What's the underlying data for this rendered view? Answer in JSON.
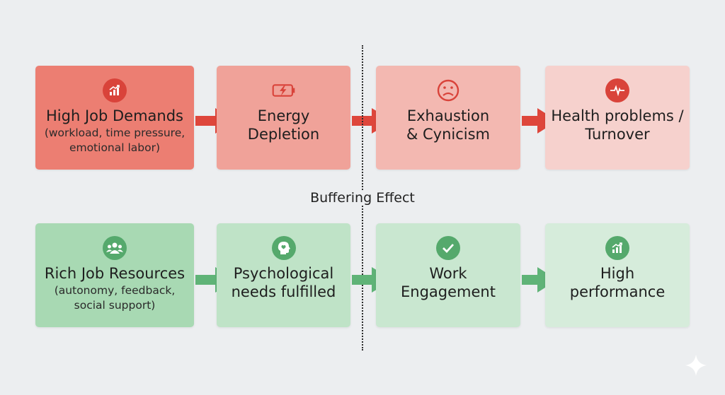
{
  "center_label": "Buffering Effect",
  "colors": {
    "background": "#eceef0",
    "red_1": "#ec7e72",
    "red_2": "#f0a299",
    "red_3": "#f3b8b1",
    "red_4": "#f6d1cd",
    "red_accent": "#d9433a",
    "red_arrow": "#de463b",
    "green_1": "#a8d9b3",
    "green_2": "#bfe3c7",
    "green_3": "#c9e7d0",
    "green_4": "#d6ecdb",
    "green_accent": "#55a96c",
    "green_arrow": "#5fb377"
  },
  "top_row": [
    {
      "title": "High Job Demands",
      "subtitle": "(workload, time pressure,\nemotional labor)",
      "icon": "chart-up-icon"
    },
    {
      "title": "Energy\nDepletion",
      "subtitle": "",
      "icon": "battery-lightning-icon"
    },
    {
      "title": "Exhaustion\n& Cynicism",
      "subtitle": "",
      "icon": "sad-face-icon"
    },
    {
      "title": "Health problems /\nTurnover",
      "subtitle": "",
      "icon": "heartbeat-icon"
    }
  ],
  "bottom_row": [
    {
      "title": "Rich Job Resources",
      "subtitle": "(autonomy, feedback,\nsocial support)",
      "icon": "group-icon"
    },
    {
      "title": "Psychological\nneeds fulfilled",
      "subtitle": "",
      "icon": "head-heart-icon"
    },
    {
      "title": "Work\nEngagement",
      "subtitle": "",
      "icon": "checkmark-icon"
    },
    {
      "title": "High\nperformance",
      "subtitle": "",
      "icon": "growth-chart-icon"
    }
  ]
}
